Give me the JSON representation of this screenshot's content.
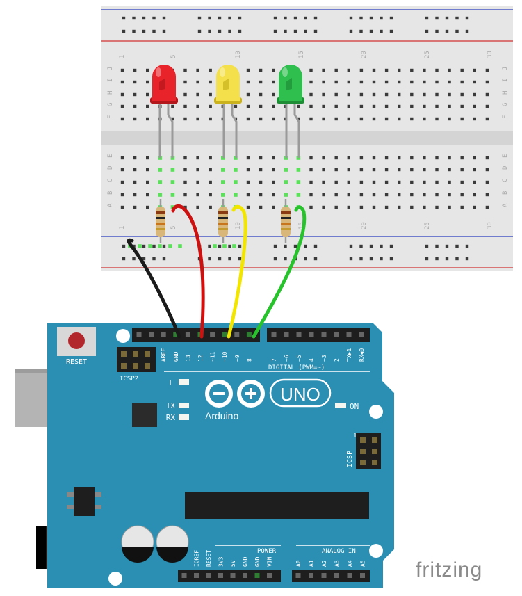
{
  "breadboard": {
    "columns_top": [
      "1",
      "5",
      "10",
      "15",
      "20",
      "25",
      "30"
    ],
    "columns_bottom": [
      "1",
      "5",
      "10",
      "15",
      "20",
      "25",
      "30"
    ],
    "rows_top": [
      "J",
      "I",
      "H",
      "G",
      "F"
    ],
    "rows_bottom": [
      "E",
      "D",
      "C",
      "B",
      "A"
    ]
  },
  "leds": [
    {
      "name": "red-led",
      "color": "#e8242a",
      "dark": "#b3161b"
    },
    {
      "name": "yellow-led",
      "color": "#f4e04a",
      "dark": "#c9b21d"
    },
    {
      "name": "green-led",
      "color": "#2fbf4f",
      "dark": "#1e8d36"
    }
  ],
  "wires": [
    {
      "name": "black-wire",
      "color": "#1a1a1a"
    },
    {
      "name": "red-wire",
      "color": "#cc1111"
    },
    {
      "name": "yellow-wire",
      "color": "#f2e600"
    },
    {
      "name": "green-wire",
      "color": "#27c22c"
    }
  ],
  "arduino": {
    "reset": "RESET",
    "icsp2": "ICSP2",
    "icsp": "ICSP",
    "digital_label": "DIGITAL (PWM=~)",
    "pins_digital": [
      "AREF",
      "GND",
      "13",
      "12",
      "~11",
      "~10",
      "~9",
      "8",
      "7",
      "~6",
      "~5",
      "4",
      "~3",
      "2",
      "TX▶1",
      "RX◀0"
    ],
    "led_l": "L",
    "led_tx": "TX",
    "led_rx": "RX",
    "led_on": "ON",
    "logo_text": "Arduino",
    "model": "UNO",
    "power_label": "POWER",
    "analog_label": "ANALOG IN",
    "pins_power": [
      "IOREF",
      "RESET",
      "3V3",
      "5V",
      "GND",
      "GND",
      "VIN"
    ],
    "pins_analog": [
      "A0",
      "A1",
      "A2",
      "A3",
      "A4",
      "A5"
    ],
    "icsp_pin_number": "1",
    "board_color": "#2b8fb3"
  },
  "watermark": "fritzing"
}
